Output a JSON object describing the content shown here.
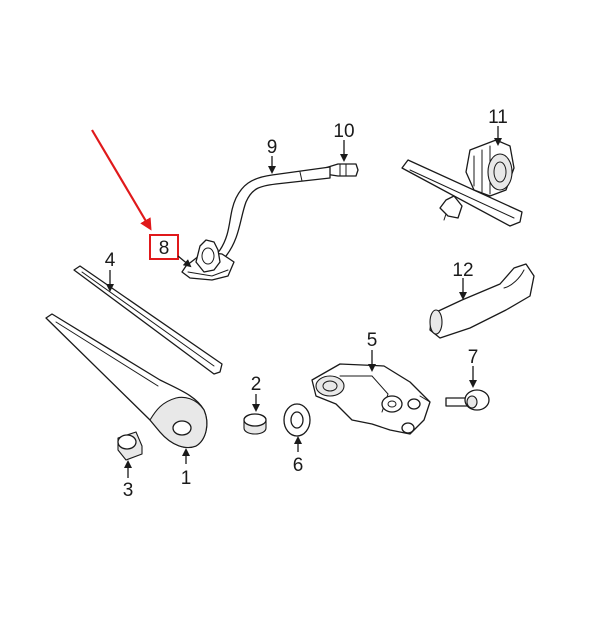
{
  "callouts": {
    "c1": "1",
    "c2": "2",
    "c3": "3",
    "c4": "4",
    "c5": "5",
    "c6": "6",
    "c7": "7",
    "c8": "8",
    "c9": "9",
    "c10": "10",
    "c11": "11",
    "c12": "12"
  },
  "highlight": {
    "callout": "8",
    "color": "#e0191b"
  },
  "colors": {
    "line": "#1a1a1a",
    "shade": "#e8e8e8",
    "background": "#ffffff"
  }
}
